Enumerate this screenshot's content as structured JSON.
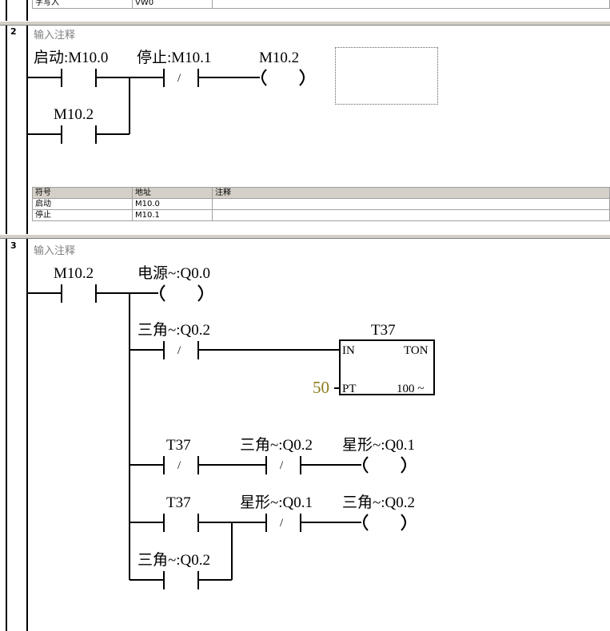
{
  "top_table": {
    "cells": [
      "字写入",
      "VW0",
      ""
    ]
  },
  "networks": [
    {
      "number": "2",
      "comment": "输入注释",
      "contacts": {
        "start_label": "启动:M10.0",
        "stop_label": "停止:M10.1",
        "coil_label": "M10.2",
        "hold_label": "M10.2",
        "nc_mark": "/"
      },
      "symbol_table": {
        "headers": [
          "符号",
          "地址",
          "注释"
        ],
        "rows": [
          [
            "启动",
            "M10.0",
            ""
          ],
          [
            "停止",
            "M10.1",
            ""
          ]
        ]
      }
    },
    {
      "number": "3",
      "comment": "输入注释",
      "labels": {
        "m102": "M10.2",
        "power_coil": "电源~:Q0.0",
        "delta_nc": "三角~:Q0.2",
        "timer_name": "T37",
        "timer_in": "IN",
        "timer_type": "TON",
        "timer_pt": "PT",
        "timer_base": "100 ~",
        "pt_value": "50",
        "row3_t37": "T37",
        "row3_delta_nc": "三角~:Q0.2",
        "row3_coil": "星形~:Q0.1",
        "row4_t37": "T37",
        "row4_star_nc": "星形~:Q0.1",
        "row4_coil": "三角~:Q0.2",
        "row5_hold": "三角~:Q0.2",
        "nc_mark": "/"
      }
    }
  ]
}
